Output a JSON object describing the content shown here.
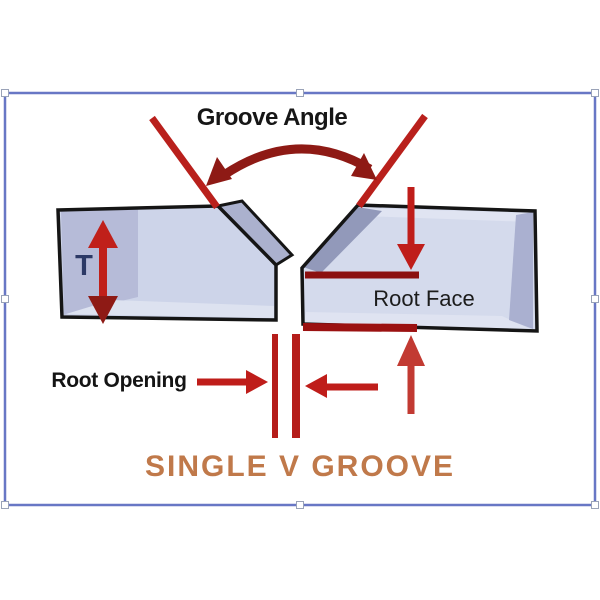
{
  "diagram": {
    "title": "SINGLE V GROOVE",
    "labels": {
      "groove_angle": "Groove Angle",
      "thickness": "T",
      "root_face": "Root Face",
      "root_opening": "Root Opening"
    },
    "colors": {
      "plate_face": "#cdd4e9",
      "plate_side_shadow": "#b6bbd8",
      "plate_bevel_shadow": "#9299ba",
      "plate_highlight": "#dde2f0",
      "outline_black": "#151515",
      "annotation_red": "#b9201c",
      "annotation_dark_red": "#8e1a15",
      "dimension_line_dark_red": "#8c1010",
      "title_orange": "#c0794a",
      "thickness_label_navy": "#2c3966",
      "selection_frame_blue": "#6877c5"
    }
  }
}
